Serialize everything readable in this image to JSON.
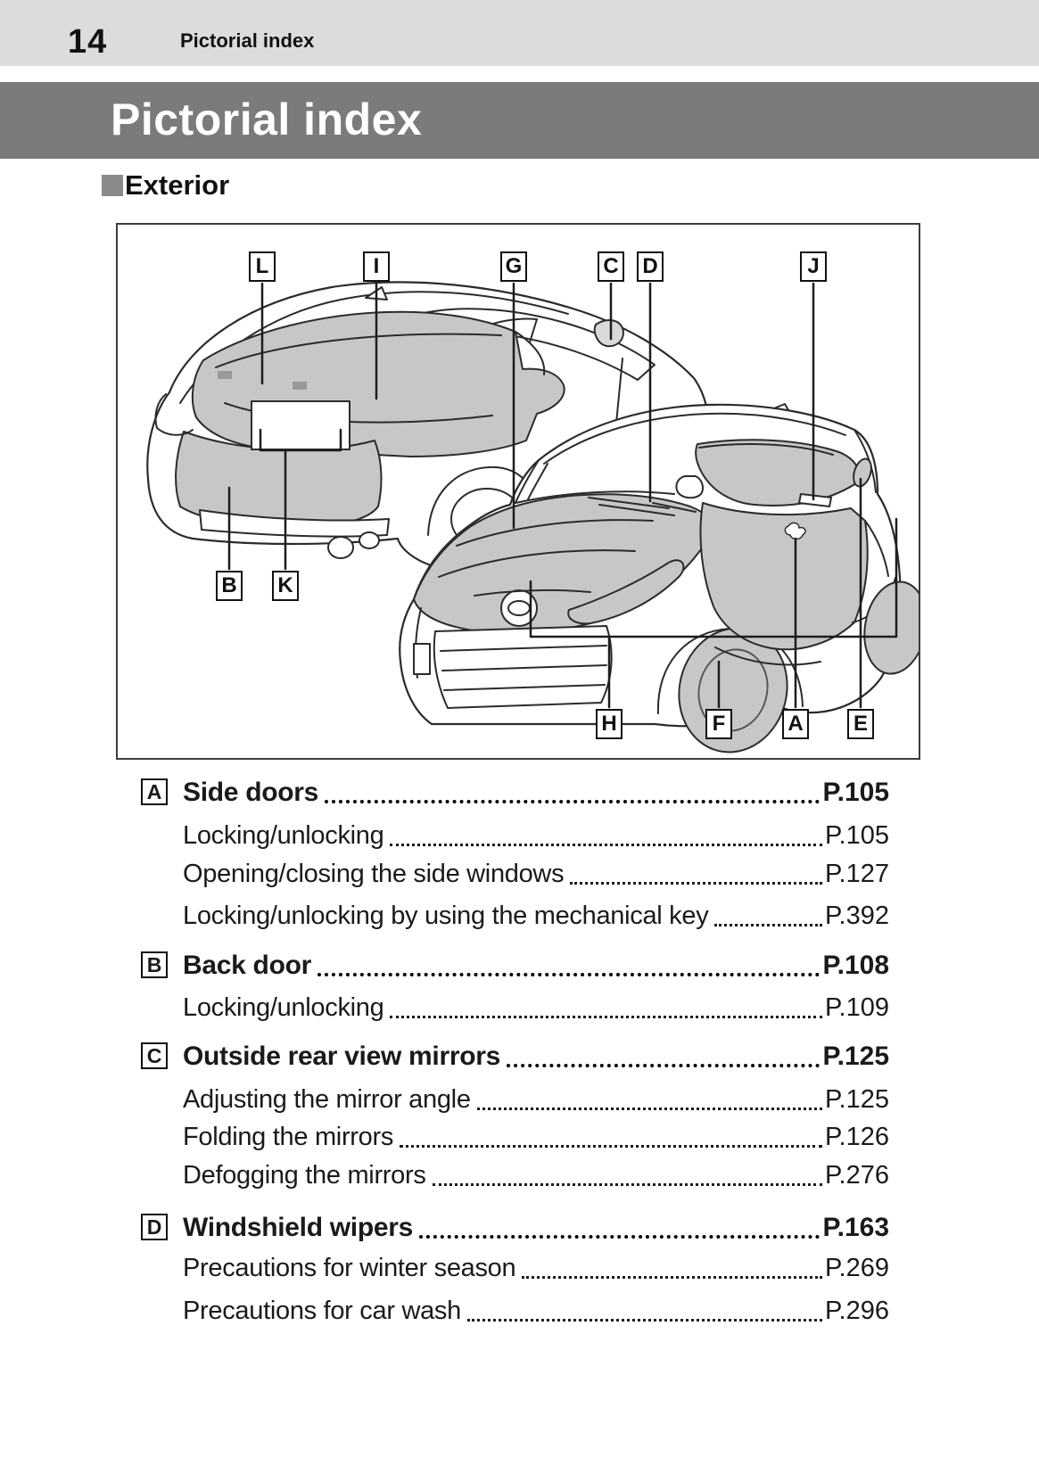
{
  "page": {
    "number": "14",
    "running_header": "Pictorial index"
  },
  "banner": {
    "title": "Pictorial index"
  },
  "section": {
    "title": "Exterior"
  },
  "diagram": {
    "labels": [
      {
        "letter": "L"
      },
      {
        "letter": "I"
      },
      {
        "letter": "G"
      },
      {
        "letter": "C"
      },
      {
        "letter": "D"
      },
      {
        "letter": "J"
      },
      {
        "letter": "B"
      },
      {
        "letter": "K"
      },
      {
        "letter": "H"
      },
      {
        "letter": "F"
      },
      {
        "letter": "A"
      },
      {
        "letter": "E"
      }
    ]
  },
  "index": {
    "sections": [
      {
        "letter": "A",
        "title": "Side doors",
        "page": "P.105",
        "items": [
          {
            "label": "Locking/unlocking",
            "page": "P.105"
          },
          {
            "label": "Opening/closing the side windows",
            "page": "P.127"
          },
          {
            "label": "Locking/unlocking by using the mechanical key",
            "page": "P.392"
          }
        ]
      },
      {
        "letter": "B",
        "title": "Back door",
        "page": "P.108",
        "items": [
          {
            "label": "Locking/unlocking",
            "page": "P.109"
          }
        ]
      },
      {
        "letter": "C",
        "title": "Outside rear view mirrors",
        "page": "P.125",
        "items": [
          {
            "label": "Adjusting the mirror angle",
            "page": "P.125"
          },
          {
            "label": "Folding the mirrors",
            "page": "P.126"
          },
          {
            "label": "Defogging the mirrors",
            "page": "P.276"
          }
        ]
      },
      {
        "letter": "D",
        "title": "Windshield wipers",
        "page": "P.163",
        "items": [
          {
            "label": "Precautions for winter season",
            "page": "P.269"
          },
          {
            "label": "Precautions for car wash",
            "page": "P.296"
          }
        ]
      }
    ]
  },
  "colors": {
    "topbar_bg": "#dcdcdc",
    "banner_bg": "#7b7b7b",
    "section_square": "#8a8a8a",
    "car_shade": "#c7c7c7",
    "line_art": "#2b2b2b"
  }
}
